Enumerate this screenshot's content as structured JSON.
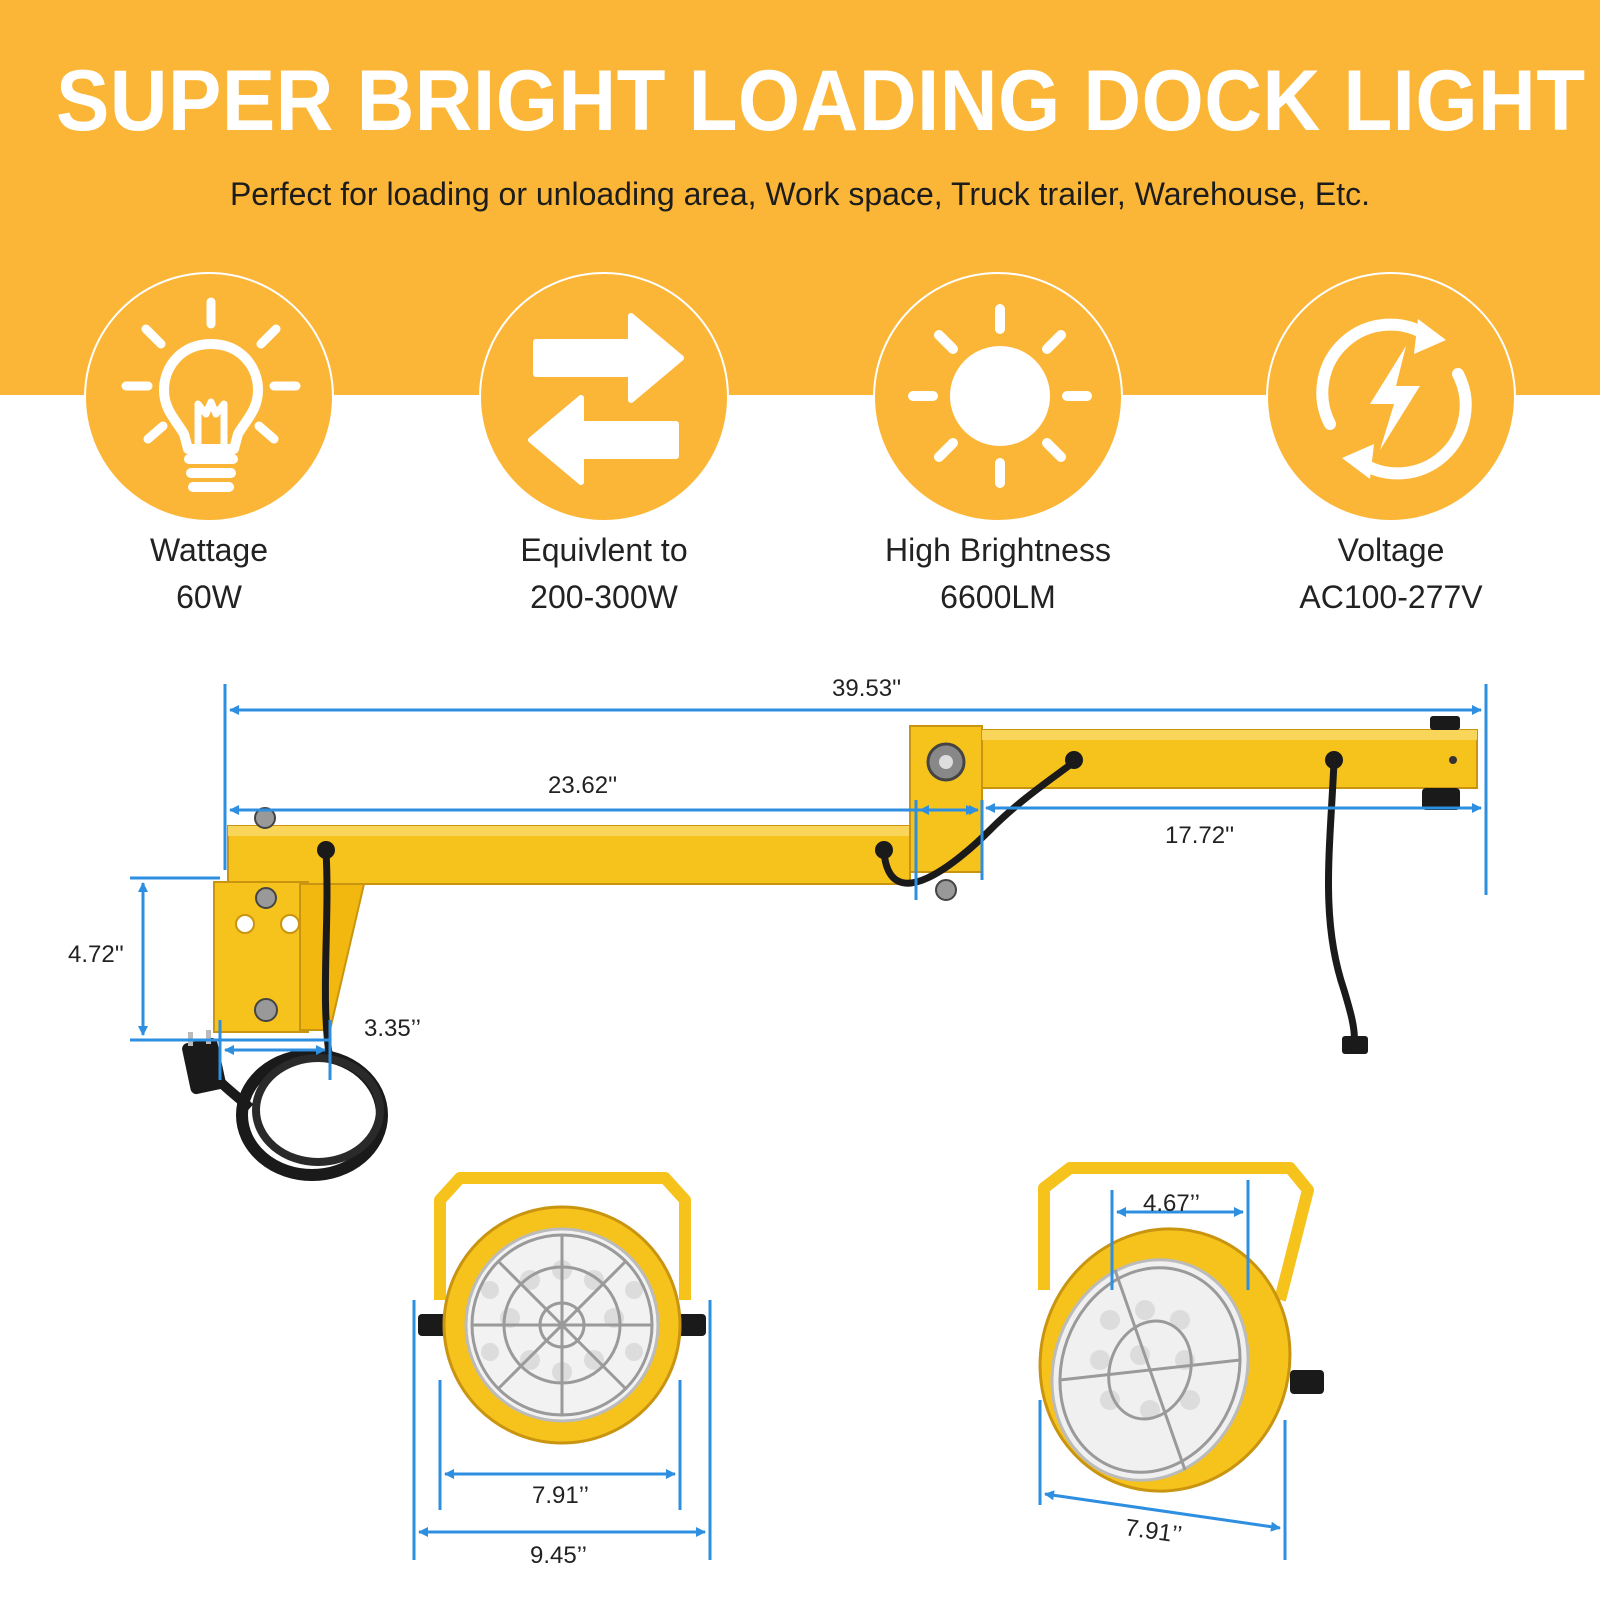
{
  "header": {
    "title": "SUPER BRIGHT LOADING DOCK LIGHT",
    "subtitle": "Perfect for loading or unloading area, Work space, Truck trailer, Warehouse, Etc."
  },
  "features": [
    {
      "icon": "lightbulb-icon",
      "label": "Wattage",
      "value": "60W"
    },
    {
      "icon": "exchange-arrows-icon",
      "label": "Equivlent to",
      "value": "200-300W"
    },
    {
      "icon": "sun-icon",
      "label": "High Brightness",
      "value": "6600LM"
    },
    {
      "icon": "lightning-cycle-icon",
      "label": "Voltage",
      "value": "AC100-277V"
    }
  ],
  "dimensions": {
    "total_length": "39.53''",
    "inner_arm": "23.62''",
    "outer_arm": "17.72''",
    "bracket_height": "4.72''",
    "bracket_width": "3.35’’",
    "lamp_front_face": "7.91’’",
    "lamp_front_total": "9.45’’",
    "lamp_side_top": "4.67’’",
    "lamp_side_face": "7.91’’"
  },
  "colors": {
    "brand_orange": "#fbb637",
    "arm_yellow": "#f6c21c",
    "dimension_blue": "#2e8fe0",
    "cable_black": "#1a1a1a"
  }
}
